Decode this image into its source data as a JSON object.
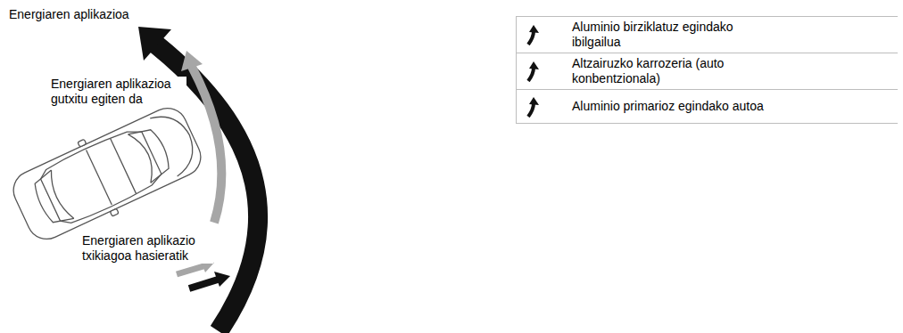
{
  "diagram": {
    "labels": [
      "Energiaren aplikazioa",
      "Energiaren aplikazioa gutxitu egiten da",
      "Energiaren aplikazio txikiagoa hasieratik"
    ],
    "legend": [
      {
        "text": "Aluminio birziklatuz egindako ibilgailua"
      },
      {
        "text": "Altzairuzko karrozeria (auto konbentzionala)"
      },
      {
        "text": "Aluminio primarioz egindako autoa"
      }
    ]
  }
}
